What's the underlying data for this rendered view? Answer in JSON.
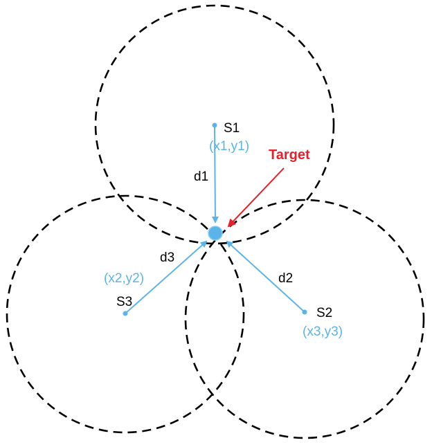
{
  "diagram": {
    "target_label": "Target",
    "sensors": [
      {
        "name": "S1",
        "coords": "(x1,y1)"
      },
      {
        "name": "S2",
        "coords": "(x3,y3)"
      },
      {
        "name": "S3",
        "coords": "(x2,y2)"
      }
    ],
    "distances": [
      "d1",
      "d2",
      "d3"
    ]
  },
  "colors": {
    "sensor_blue": "#5ab4e8",
    "target_red": "#e8202a",
    "circle_stroke": "#000000"
  }
}
